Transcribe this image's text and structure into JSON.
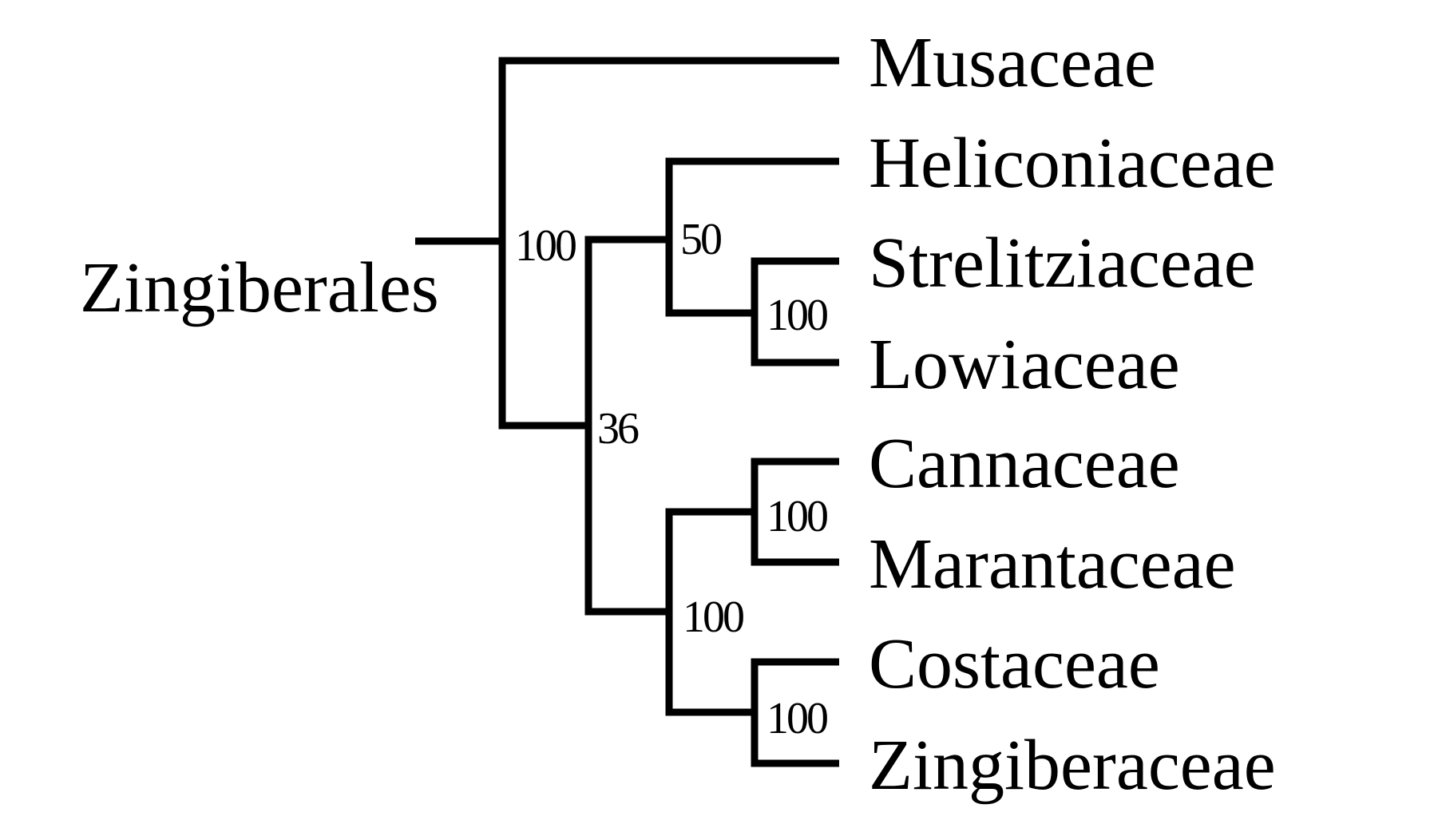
{
  "diagram": {
    "type": "phylogenetic-tree",
    "root_label": "Zingiberales",
    "line_color": "#000000",
    "background": "#ffffff",
    "taxa": [
      "Musaceae",
      "Heliconiaceae",
      "Strelitziaceae",
      "Lowiaceae",
      "Cannaceae",
      "Marantaceae",
      "Costaceae",
      "Zingiberaceae"
    ],
    "support_values": {
      "root_split": "100",
      "heliconia_strelitzia_lowia": "50",
      "strelitzia_lowia": "100",
      "core_split": "36",
      "canna_maranta": "100",
      "cannaceae_costaceae_group": "100",
      "costa_zingiber": "100"
    }
  }
}
